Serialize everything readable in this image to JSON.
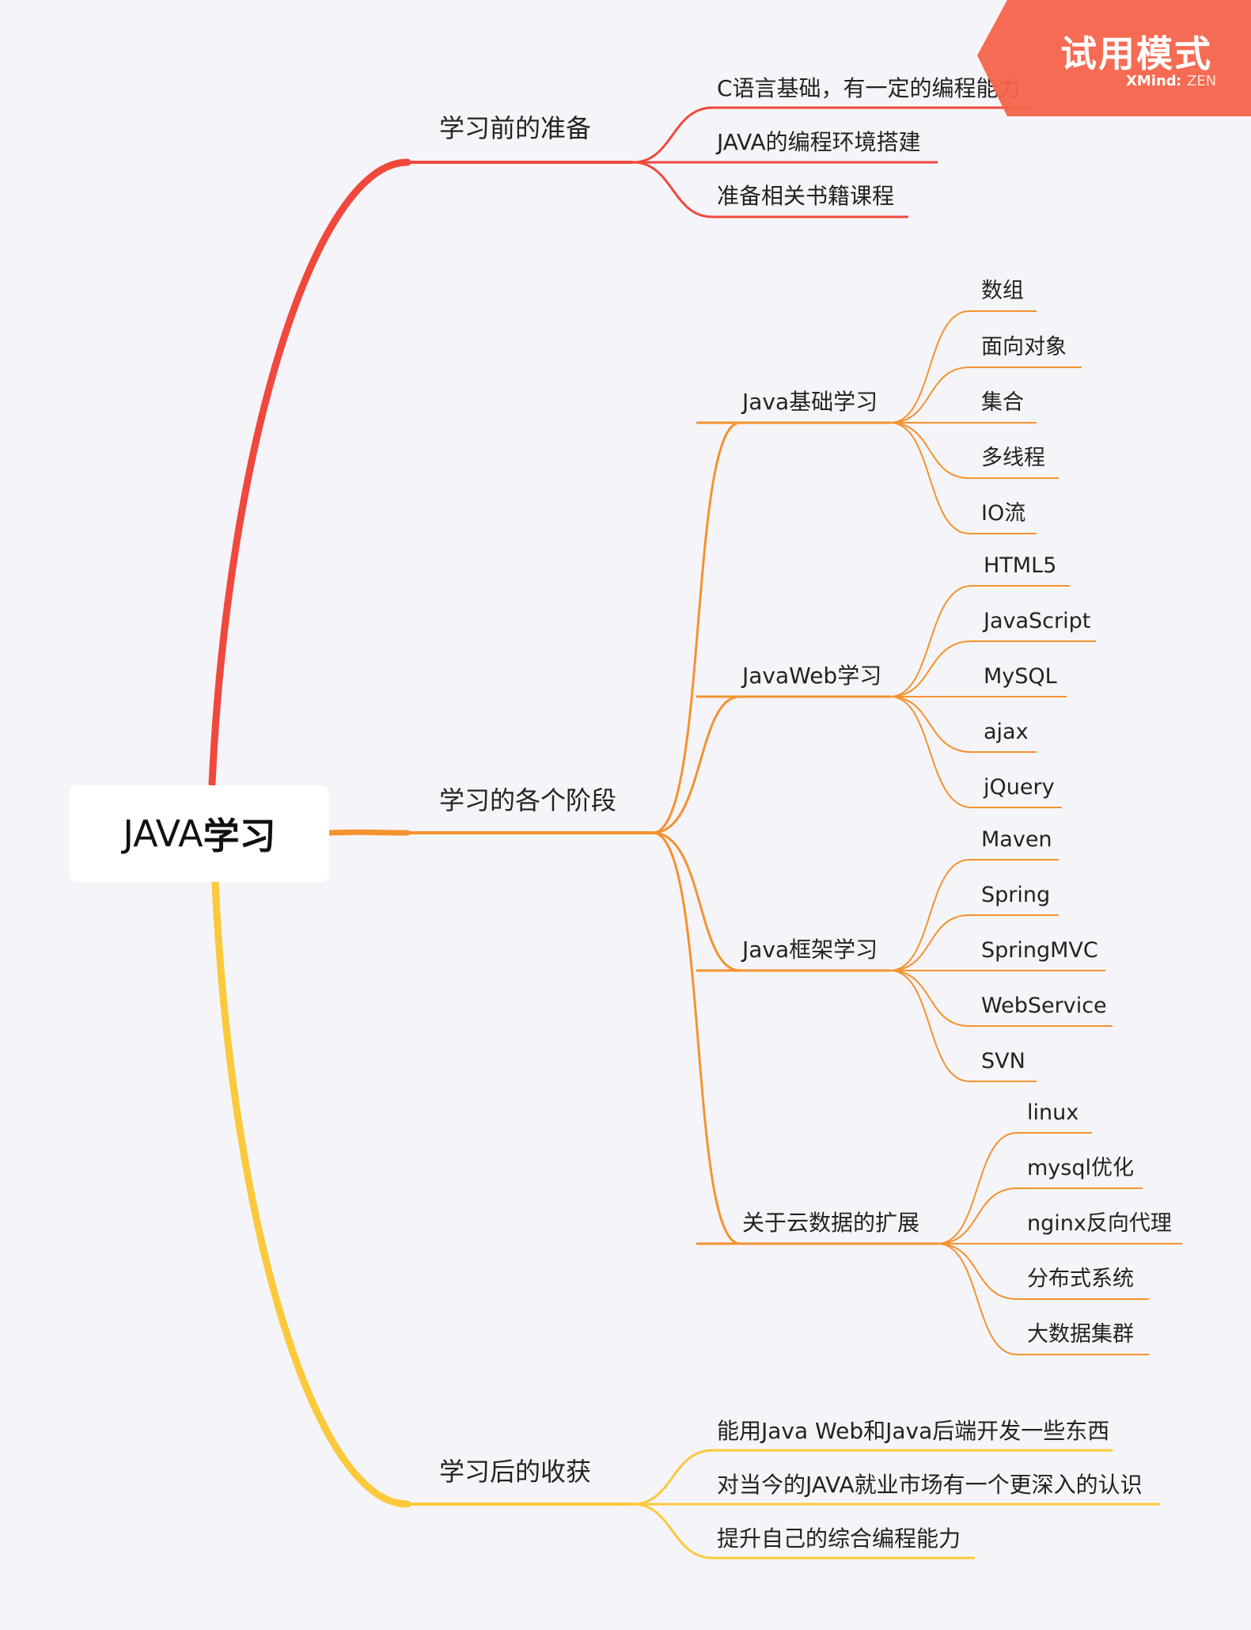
{
  "root": {
    "title_latin": "JAVA",
    "title_cjk": "学习"
  },
  "watermark": {
    "title": "试用模式",
    "brand": "XMind",
    "separator": ":",
    "edition": "ZEN"
  },
  "colors": {
    "branch_red": "#f0483c",
    "branch_orange": "#f5922f",
    "branch_yellow": "#fbc93a",
    "watermark_bg": "#f4634a"
  },
  "branches": [
    {
      "label": "学习前的准备",
      "children": [
        {
          "label": "C语言基础，有一定的编程能力"
        },
        {
          "label": "JAVA的编程环境搭建"
        },
        {
          "label": "准备相关书籍课程"
        }
      ]
    },
    {
      "label": "学习的各个阶段",
      "children": [
        {
          "label": "Java基础学习",
          "children": [
            "数组",
            "面向对象",
            "集合",
            "多线程",
            "IO流"
          ]
        },
        {
          "label": "JavaWeb学习",
          "children": [
            "HTML5",
            "JavaScript",
            "MySQL",
            "ajax",
            "jQuery"
          ]
        },
        {
          "label": "Java框架学习",
          "children": [
            "Maven",
            "Spring",
            "SpringMVC",
            "WebService",
            "SVN"
          ]
        },
        {
          "label": "关于云数据的扩展",
          "children": [
            "linux",
            "mysql优化",
            "nginx反向代理",
            "分布式系统",
            "大数据集群"
          ]
        }
      ]
    },
    {
      "label": "学习后的收获",
      "children": [
        {
          "label": "能用Java Web和Java后端开发一些东西"
        },
        {
          "label": "对当今的JAVA就业市场有一个更深入的认识"
        },
        {
          "label": "提升自己的综合编程能力"
        }
      ]
    }
  ]
}
